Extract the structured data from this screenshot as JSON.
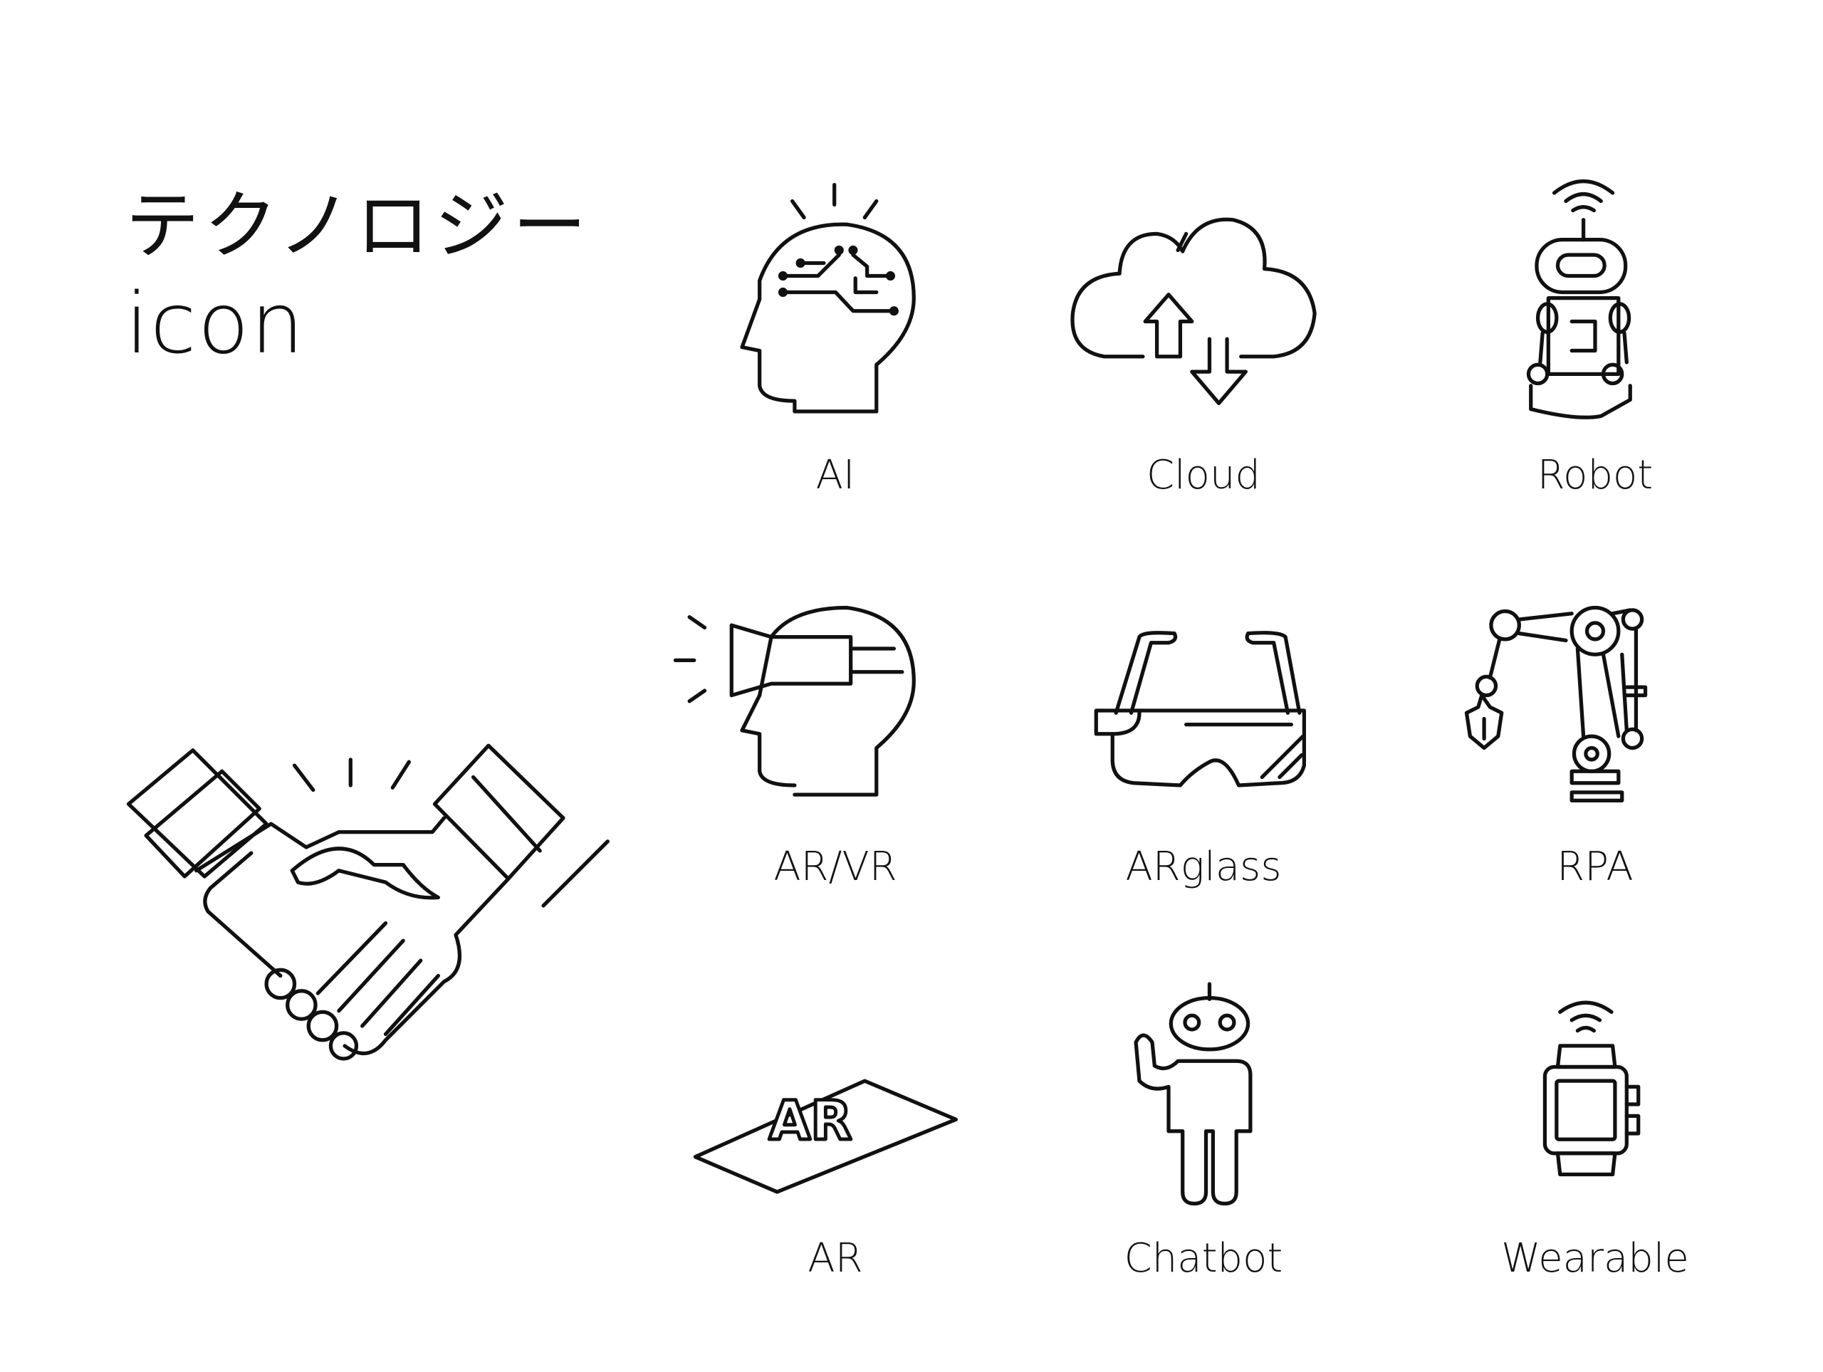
{
  "title": {
    "line1": "テクノロジー",
    "line2": "icon"
  },
  "icons": [
    {
      "label": "AI",
      "icon": "ai-head-icon"
    },
    {
      "label": "Cloud",
      "icon": "cloud-icon"
    },
    {
      "label": "Robot",
      "icon": "robot-icon"
    },
    {
      "label": "AR/VR",
      "icon": "ar-vr-headset-icon"
    },
    {
      "label": "ARglass",
      "icon": "ar-glasses-icon"
    },
    {
      "label": "RPA",
      "icon": "robotic-arm-icon"
    },
    {
      "label": "AR",
      "icon": "ar-plane-icon"
    },
    {
      "label": "Chatbot",
      "icon": "chatbot-icon"
    },
    {
      "label": "Wearable",
      "icon": "smartwatch-icon"
    }
  ],
  "feature_icon": "handshake-icon"
}
